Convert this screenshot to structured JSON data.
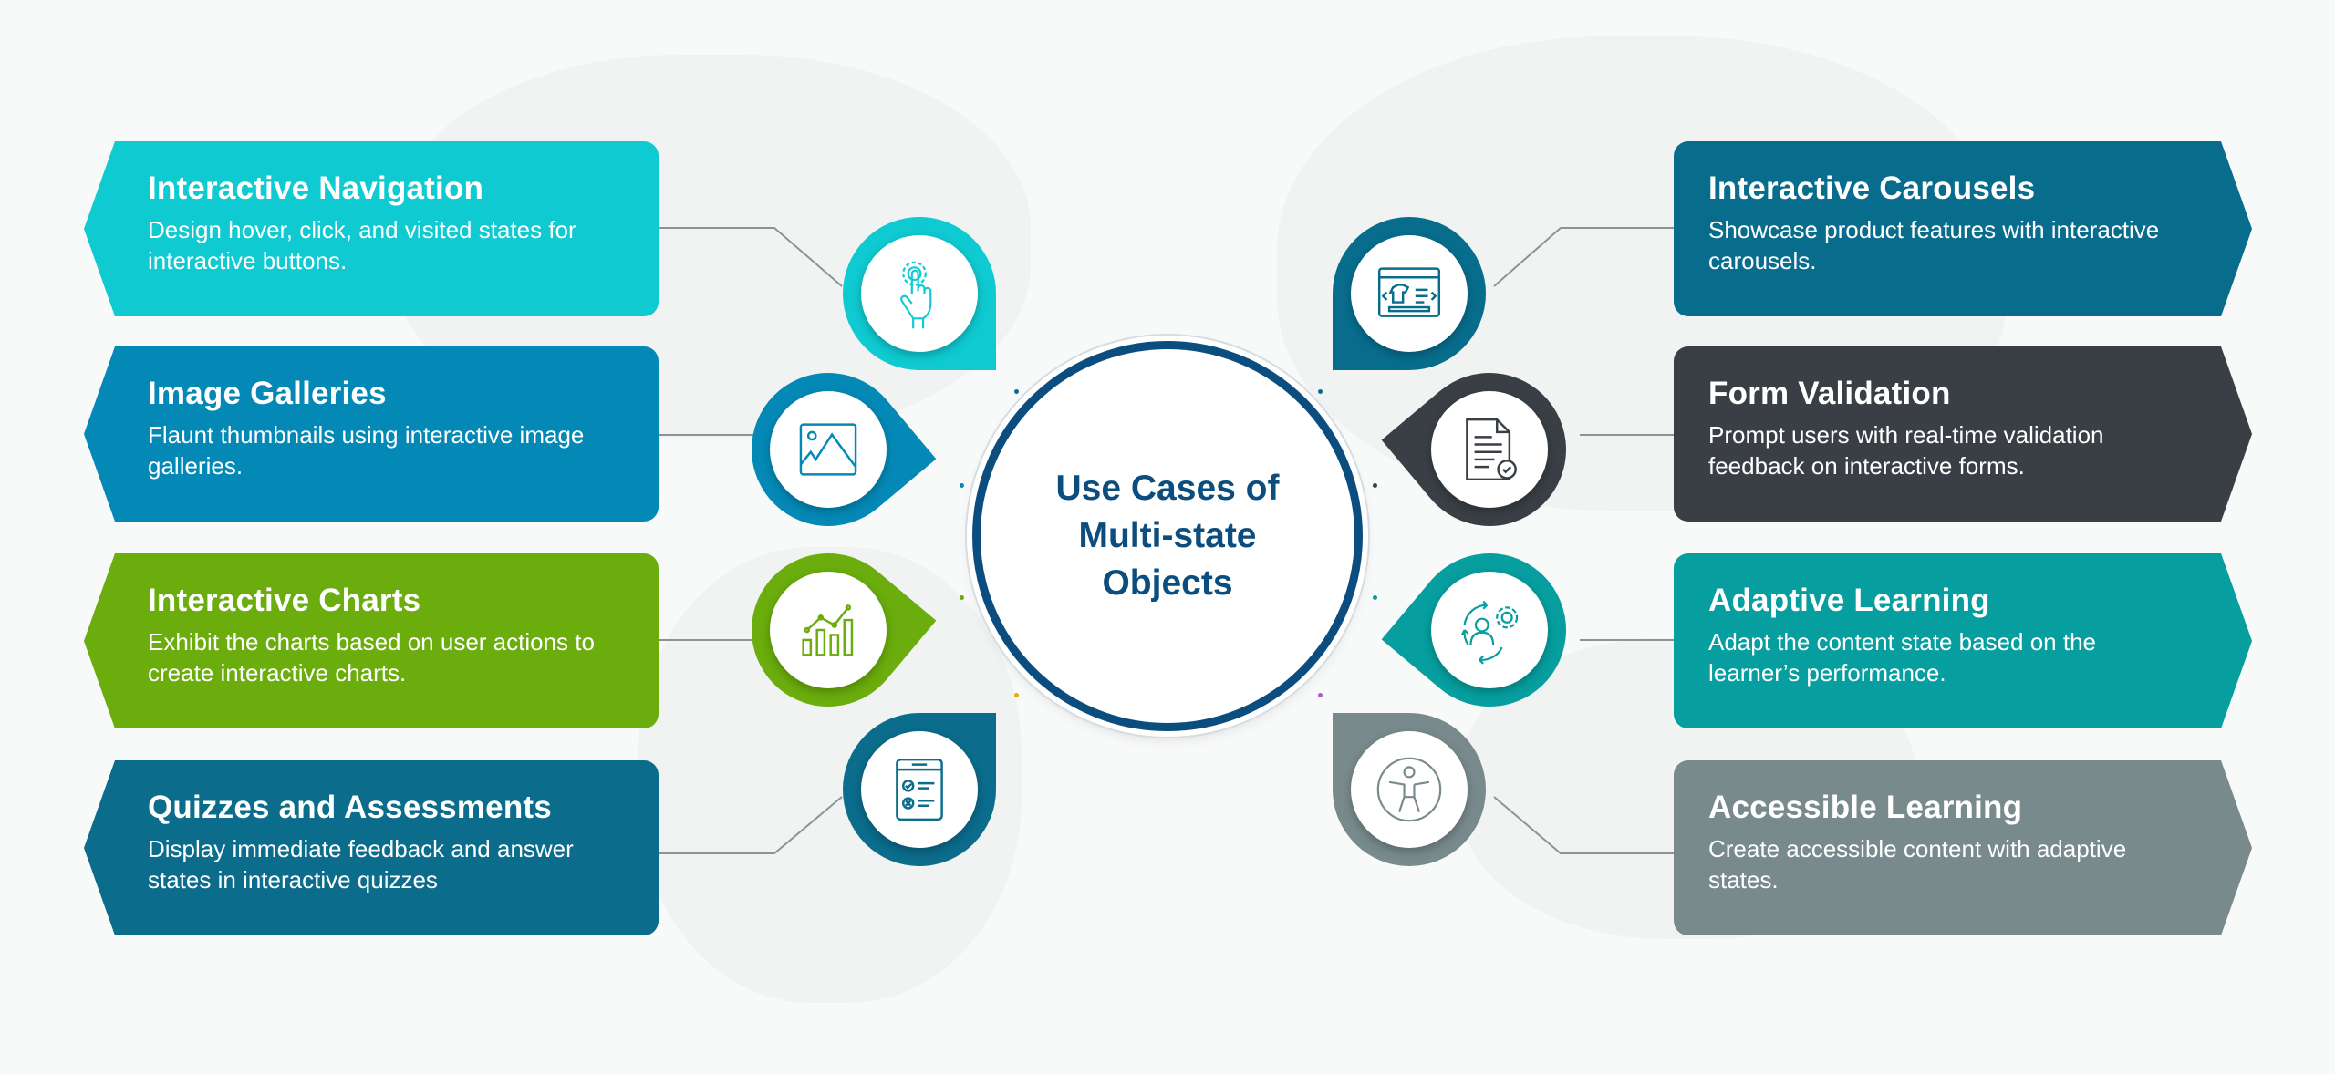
{
  "center": {
    "title": "Use Cases of Multi-state Objects",
    "color": "#0b4d7e"
  },
  "items": [
    {
      "title": "Interactive Navigation",
      "description": "Design hover, click, and visited states for interactive buttons.",
      "icon": "hand-tap-icon",
      "color": "#0fcad1"
    },
    {
      "title": "Image Galleries",
      "description": "Flaunt thumbnails using interactive image galleries.",
      "icon": "image-icon",
      "color": "#0489b6"
    },
    {
      "title": "Interactive Charts",
      "description": "Exhibit the charts based on user actions to create interactive charts.",
      "icon": "bar-chart-icon",
      "color": "#6aad0c"
    },
    {
      "title": "Quizzes and Assessments",
      "description": "Display immediate feedback and answer states in interactive quizzes",
      "icon": "quiz-checklist-icon",
      "color": "#0b6c8c"
    },
    {
      "title": "Interactive Carousels",
      "description": "Showcase product features with interactive carousels.",
      "icon": "carousel-icon",
      "color": "#086d8d"
    },
    {
      "title": "Form Validation",
      "description": "Prompt users with real-time validation feedback on interactive forms.",
      "icon": "form-document-icon",
      "color": "#393f44"
    },
    {
      "title": "Adaptive Learning",
      "description": "Adapt the content state based on the learner’s performance.",
      "icon": "adaptive-user-gear-icon",
      "color": "#069e9f"
    },
    {
      "title": "Accessible Learning",
      "description": "Create accessible content with adaptive states.",
      "icon": "accessibility-icon",
      "color": "#788a8c"
    }
  ]
}
